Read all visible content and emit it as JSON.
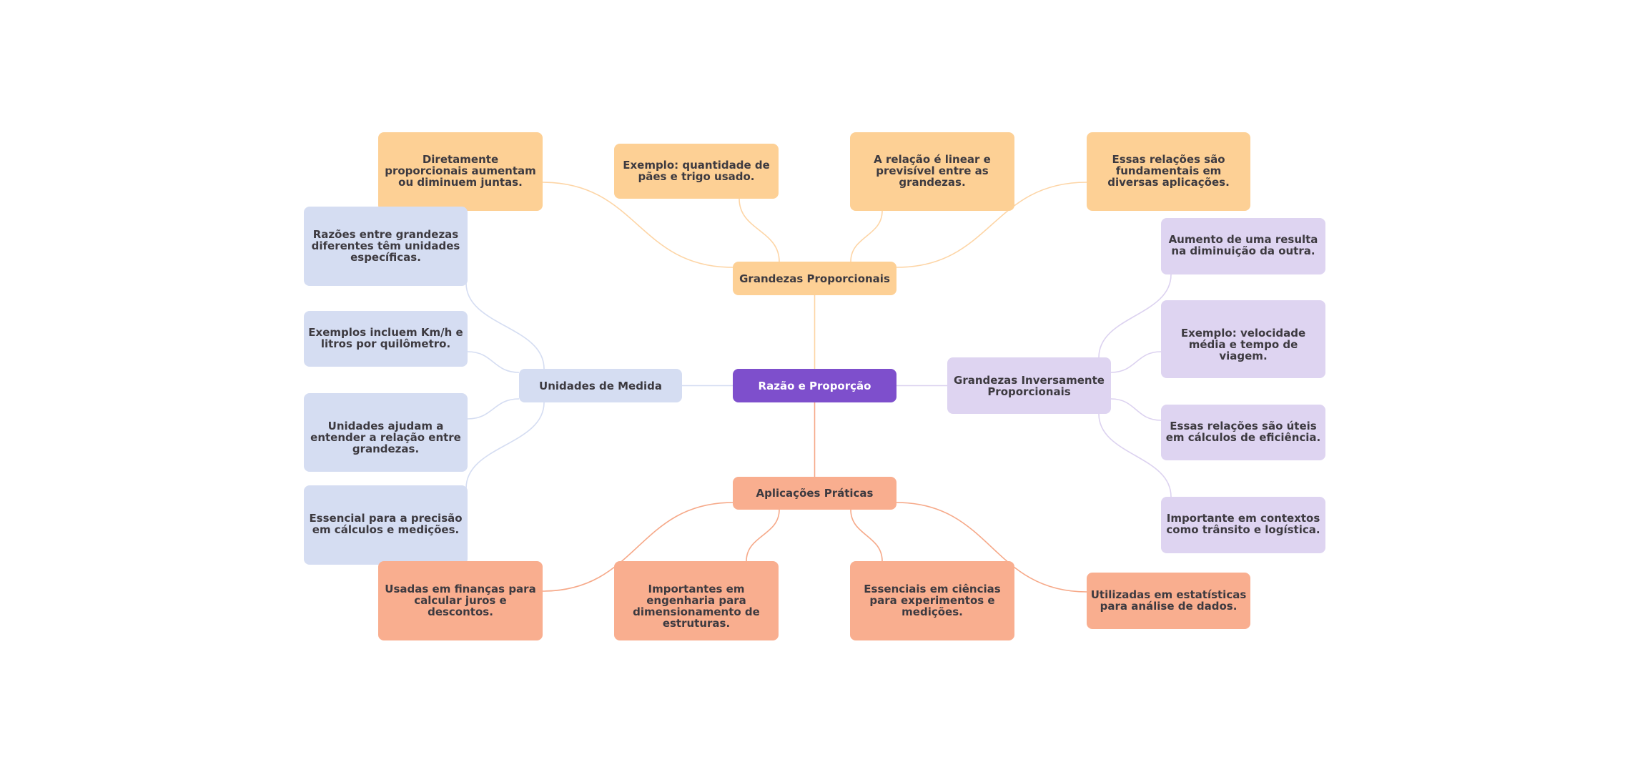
{
  "colors": {
    "root": "#7e4fcc",
    "grandezas_proporcionais": "#fdd095",
    "unidades_de_medida": "#d5ddf2",
    "grandezas_inversamente": "#ded4f1",
    "aplicacoes_praticas": "#f9ae8f",
    "edge_orange": "#fdd5a6",
    "edge_blue": "#d5ddf2",
    "edge_purple": "#dcd2f0",
    "edge_salmon": "#f6a989"
  },
  "root": {
    "label": "Razão e Proporção"
  },
  "branches": [
    {
      "label": "Grandezas Proporcionais",
      "children": [
        "Diretamente proporcionais aumentam ou diminuem juntas.",
        "Exemplo: quantidade de pães e trigo usado.",
        "A relação é linear e previsível entre as grandezas.",
        "Essas relações são fundamentais em diversas aplicações."
      ]
    },
    {
      "label": "Unidades de Medida",
      "children": [
        "Razões entre grandezas diferentes têm unidades específicas.",
        "Exemplos incluem Km/h e litros por quilômetro.",
        "Unidades ajudam a entender a relação entre grandezas.",
        "Essencial para a precisão em cálculos e medições."
      ]
    },
    {
      "label": "Grandezas Inversamente Proporcionais",
      "children": [
        "Aumento de uma resulta na diminuição da outra.",
        "Exemplo: velocidade média e tempo de viagem.",
        "Essas relações são úteis em cálculos de eficiência.",
        "Importante em contextos como trânsito e logística."
      ]
    },
    {
      "label": "Aplicações Práticas",
      "children": [
        "Usadas em finanças para calcular juros e descontos.",
        "Importantes em engenharia para dimensionamento de estruturas.",
        "Essenciais em ciências para experimentos e medições.",
        "Utilizadas em estatísticas para análise de dados."
      ]
    }
  ]
}
